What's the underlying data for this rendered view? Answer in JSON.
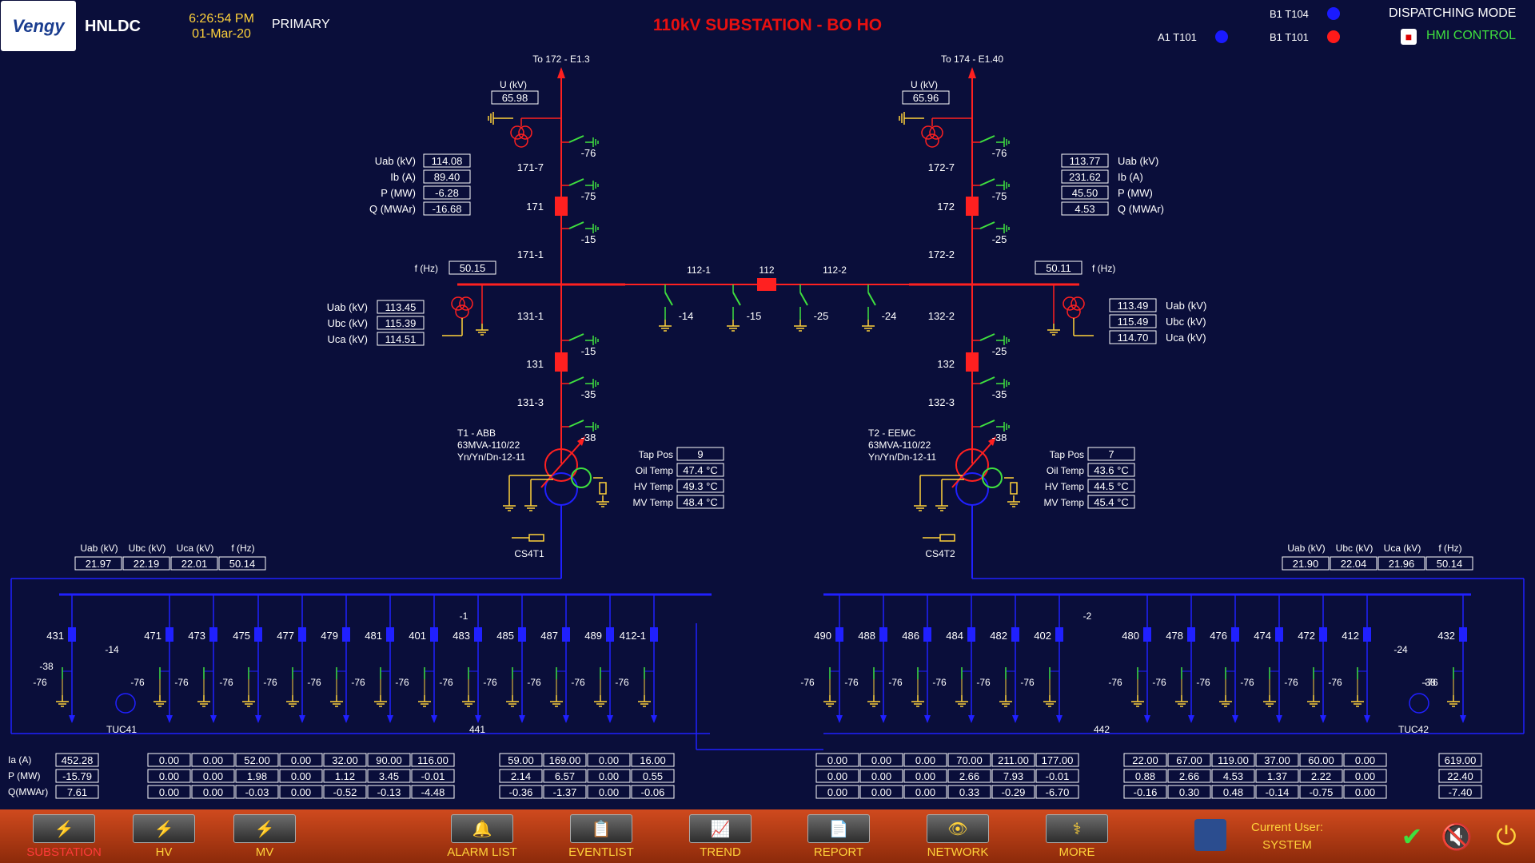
{
  "header": {
    "logo_text": "Vengy",
    "site": "HNLDC",
    "time": "6:26:54 PM",
    "date": "01-Mar-20",
    "server": "PRIMARY",
    "title": "110kV SUBSTATION - BO HO",
    "legend": [
      {
        "label": "B1 T104",
        "color": "#1a1aff"
      },
      {
        "label": "A1 T101",
        "color": "#1a1aff"
      },
      {
        "label": "B1 T101",
        "color": "#ff1a1a"
      }
    ],
    "dispatch_label": "DISPATCHING MODE",
    "control_mode": "HMI CONTROL"
  },
  "colors": {
    "bg": "#0a0e3a",
    "line": "#ff2020",
    "mv": "#2020ff",
    "green": "#3fe03f",
    "yellow": "#ffd23a"
  },
  "feeders_top": {
    "left_label": "To 172 - E1.3",
    "right_label": "To 174 - E1.40"
  },
  "u_label": "U (kV)",
  "left_u": "65.98",
  "right_u": "65.96",
  "left_meas": {
    "labels": [
      "Uab (kV)",
      "Ib (A)",
      "P (MW)",
      "Q (MWAr)"
    ],
    "values": [
      "114.08",
      "89.40",
      "-6.28",
      "-16.68"
    ]
  },
  "right_meas": {
    "labels": [
      "Uab (kV)",
      "Ib (A)",
      "P (MW)",
      "Q (MWAr)"
    ],
    "values": [
      "113.77",
      "231.62",
      "45.50",
      "4.53"
    ]
  },
  "freq_label": "f (Hz)",
  "left_freq": "50.15",
  "right_freq": "50.11",
  "left_bus_v": {
    "labels": [
      "Uab (kV)",
      "Ubc (kV)",
      "Uca (kV)"
    ],
    "values": [
      "113.45",
      "115.39",
      "114.51"
    ]
  },
  "right_bus_v": {
    "labels": [
      "Uab (kV)",
      "Ubc (kV)",
      "Uca (kV)"
    ],
    "values": [
      "113.49",
      "115.49",
      "114.70"
    ]
  },
  "hv_labels": {
    "l_1717": "171-7",
    "l_171": "171",
    "l_1711": "171-1",
    "l_1311": "131-1",
    "l_131": "131",
    "l_1313": "131-3",
    "r_1727": "172-7",
    "r_172": "172",
    "r_1722": "172-2",
    "r_1322": "132-2",
    "r_132": "132",
    "r_1323": "132-3",
    "c_1121": "112-1",
    "c_112": "112",
    "c_1122": "112-2",
    "e_76": "-76",
    "e_75": "-75",
    "e_15": "-15",
    "e_25": "-25",
    "e_35": "-35",
    "e_38": "-38",
    "e_14": "-14",
    "e_24": "-24"
  },
  "t1": {
    "name": "T1 - ABB",
    "rating": "63MVA-110/22",
    "vector": "Yn/Yn/Dn-12-11",
    "labels": [
      "Tap Pos",
      "Oil Temp",
      "HV Temp",
      "MV Temp"
    ],
    "values": [
      "9",
      "47.4 °C",
      "49.3 °C",
      "48.4 °C"
    ],
    "cs": "CS4T1"
  },
  "t2": {
    "name": "T2 - EEMC",
    "rating": "63MVA-110/22",
    "vector": "Yn/Yn/Dn-12-11",
    "labels": [
      "Tap Pos",
      "Oil Temp",
      "HV Temp",
      "MV Temp"
    ],
    "values": [
      "7",
      "43.6 °C",
      "44.5 °C",
      "45.4 °C"
    ],
    "cs": "CS4T2"
  },
  "mv_head": [
    "Uab (kV)",
    "Ubc (kV)",
    "Uca (kV)",
    "f (Hz)"
  ],
  "mv_left_vals": [
    "21.97",
    "22.19",
    "22.01",
    "50.14"
  ],
  "mv_right_vals": [
    "21.90",
    "22.04",
    "21.96",
    "50.14"
  ],
  "mv_left_feeders": [
    "431",
    "471",
    "473",
    "475",
    "477",
    "479",
    "481",
    "401",
    "483",
    "485",
    "487",
    "489",
    "412-1"
  ],
  "mv_right_feeders": [
    "490",
    "488",
    "486",
    "484",
    "482",
    "402",
    "480",
    "478",
    "476",
    "474",
    "472",
    "412",
    "432"
  ],
  "mv_misc": {
    "m1": "-1",
    "m2": "-2",
    "tuc41": "TUC41",
    "tuc42": "TUC42",
    "n441": "441",
    "n442": "442"
  },
  "row_labels": [
    "Ia (A)",
    "P (MW)",
    "Q(MWAr)"
  ],
  "meas_groups": [
    {
      "cols": [
        [
          "452.28",
          "-15.79",
          "7.61"
        ]
      ]
    },
    {
      "cols": [
        [
          "0.00",
          "0.00",
          "0.00"
        ],
        [
          "0.00",
          "0.00",
          "0.00"
        ],
        [
          "52.00",
          "1.98",
          "-0.03"
        ],
        [
          "0.00",
          "0.00",
          "0.00"
        ],
        [
          "32.00",
          "1.12",
          "-0.52"
        ],
        [
          "90.00",
          "3.45",
          "-0.13"
        ],
        [
          "116.00",
          "-0.01",
          "-4.48"
        ]
      ]
    },
    {
      "cols": [
        [
          "59.00",
          "2.14",
          "-0.36"
        ],
        [
          "169.00",
          "6.57",
          "-1.37"
        ],
        [
          "0.00",
          "0.00",
          "0.00"
        ],
        [
          "16.00",
          "0.55",
          "-0.06"
        ]
      ]
    },
    {
      "cols": [
        [
          "0.00",
          "0.00",
          "0.00"
        ],
        [
          "0.00",
          "0.00",
          "0.00"
        ],
        [
          "0.00",
          "0.00",
          "0.00"
        ],
        [
          "70.00",
          "2.66",
          "0.33"
        ],
        [
          "211.00",
          "7.93",
          "-0.29"
        ],
        [
          "177.00",
          "-0.01",
          "-6.70"
        ]
      ]
    },
    {
      "cols": [
        [
          "22.00",
          "0.88",
          "-0.16"
        ],
        [
          "67.00",
          "2.66",
          "0.30"
        ],
        [
          "119.00",
          "4.53",
          "0.48"
        ],
        [
          "37.00",
          "1.37",
          "-0.14"
        ],
        [
          "60.00",
          "2.22",
          "-0.75"
        ],
        [
          "0.00",
          "0.00",
          "0.00"
        ]
      ]
    },
    {
      "cols": [
        [
          "619.00",
          "22.40",
          "-7.40"
        ]
      ]
    }
  ],
  "toolbar": [
    {
      "label": "SUBSTATION",
      "icon": "substation-icon",
      "glyph": "⚡"
    },
    {
      "label": "HV",
      "icon": "tower-icon",
      "glyph": "⚡"
    },
    {
      "label": "MV",
      "icon": "tower-icon",
      "glyph": "⚡"
    },
    {
      "label": "ALARM LIST",
      "icon": "alarm-icon",
      "glyph": "🔔"
    },
    {
      "label": "EVENTLIST",
      "icon": "eventlist-icon",
      "glyph": "📋"
    },
    {
      "label": "TREND",
      "icon": "trend-icon",
      "glyph": "📈"
    },
    {
      "label": "REPORT",
      "icon": "report-icon",
      "glyph": "📄"
    },
    {
      "label": "NETWORK",
      "icon": "eye-icon",
      "glyph": "👁"
    },
    {
      "label": "MORE",
      "icon": "stethoscope-icon",
      "glyph": "⚕"
    }
  ],
  "user": {
    "label": "Current User:",
    "name": "SYSTEM"
  }
}
